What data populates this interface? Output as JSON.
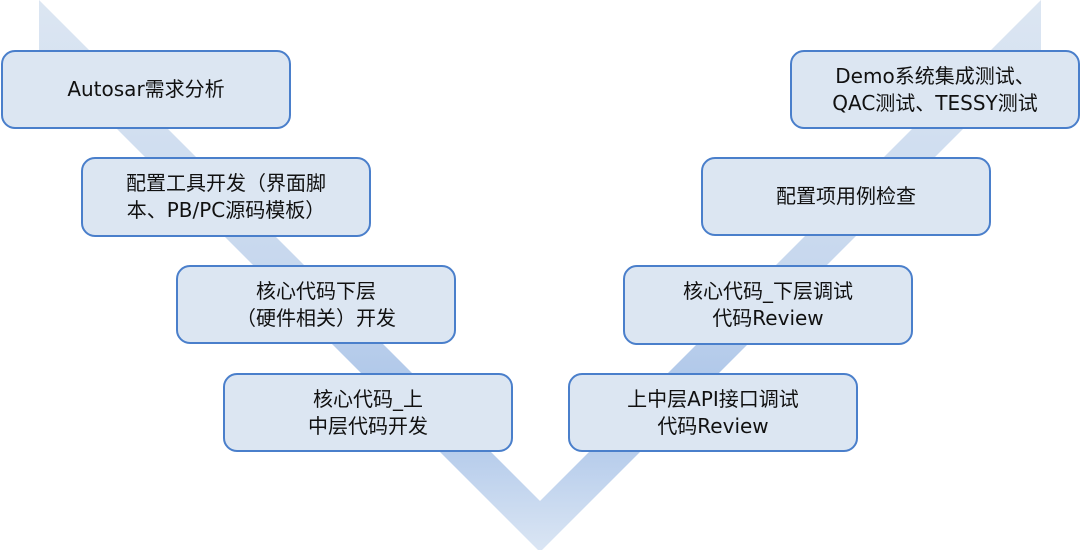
{
  "diagram": {
    "type": "V-model",
    "colors": {
      "box_fill": "#dce6f2",
      "box_border": "#4a7fcb",
      "v_light": "#dce6f2",
      "v_mid": "#a9c3e8",
      "text": "#111111"
    },
    "left_phases": [
      {
        "lines": [
          "Autosar需求分析"
        ]
      },
      {
        "lines": [
          "配置工具开发（界面脚",
          "本、PB/PC源码模板）"
        ]
      },
      {
        "lines": [
          "核心代码下层",
          "（硬件相关）开发"
        ]
      },
      {
        "lines": [
          "核心代码_上",
          "中层代码开发"
        ]
      }
    ],
    "right_phases": [
      {
        "lines": [
          "Demo系统集成测试、",
          "QAC测试、TESSY测试"
        ]
      },
      {
        "lines": [
          "配置项用例检查"
        ]
      },
      {
        "lines": [
          "核心代码_下层调试",
          "代码Review"
        ]
      },
      {
        "lines": [
          "上中层API接口调试",
          "代码Review"
        ]
      }
    ]
  }
}
